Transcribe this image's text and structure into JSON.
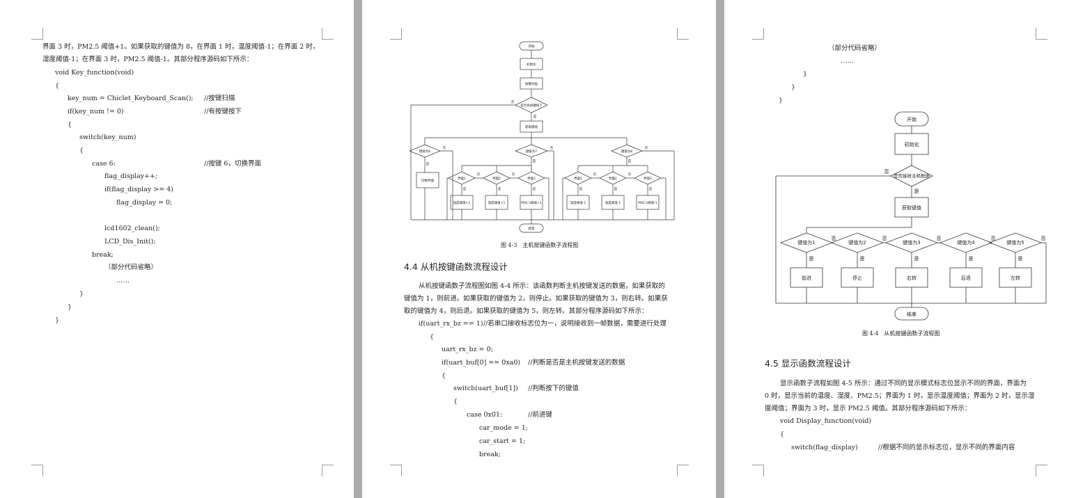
{
  "page1": {
    "lines": [
      "界面 3 时，PM2.5 阈值+1。如果获取的键值为 8，在界面 1 时，温度阈值-1；在界面 2 时，",
      "湿度阈值-1；在界面 3 时，PM2.5 阈值-1。其部分程序源码如下所示：",
      "void Key_function(void)",
      "{",
      "key_num = Chiclet_Keyboard_Scan();",
      "if(key_num != 0)",
      "{",
      "switch(key_num)",
      "{",
      "case 6:",
      "flag_display++;",
      "if(flag_display >= 4)",
      "flag_display = 0;",
      "lcd1602_clean();",
      "LCD_Dis_Init();",
      "break;",
      "（部分代码省略）",
      "……",
      "}",
      "}",
      "}"
    ],
    "comments": [
      "//按键扫描",
      "//有按键按下",
      "//按键 6，切换界面"
    ]
  },
  "page2": {
    "flow": {
      "start": "开始",
      "init": "初始化",
      "scan": "按键扫描",
      "pressed": "是否有按键按下",
      "get": "获取键值",
      "k6": "键值为6",
      "k7": "键值为7",
      "k8": "键值为8",
      "switch": "切换界面",
      "s1": "界面1",
      "s2": "界面2",
      "s3": "界面3",
      "i1": "温度阈值+1",
      "i2": "湿度阈值+1",
      "i3": "PM2.5阈值+1",
      "d1": "温度阈值-1",
      "d2": "湿度阈值-1",
      "d3": "PM2.5阈值-1",
      "yes": "是",
      "no": "否",
      "end": "结束"
    },
    "caption": "图 4-3　主机按键函数子流程图",
    "heading": "4.4  从机按键函数流程设计",
    "para": [
      "从机按键函数子流程图如图 4-4 所示：该函数判断主机按键发送的数据，如果获取的",
      "键值为 1，则前进。如果获取的键值为 2，则停止。如果获取的键值为 3，则右转。如果获",
      "取的键值为 4，则后退。如果获取的键值为 5，则左转。其部分程序源码如下所示："
    ],
    "code": [
      "if(uart_rx_bz == 1)",
      "{",
      "uart_rx_bz = 0;",
      "if(uart_buf[0] == 0xa0)",
      "{",
      "switch(uart_buf[1])",
      "{",
      "case 0x01:",
      "car_mode = 1;",
      "car_start = 1;",
      "break;"
    ],
    "comments": [
      "//若串口接收标志位为一，说明接收到一帧数据，需要进行处理",
      "//判断是否是主机按键发送的数据",
      "//判断按下的键值",
      "//前进键"
    ]
  },
  "page3": {
    "top": [
      "（部分代码省略）",
      "……",
      "}",
      "}",
      "}"
    ],
    "flow": {
      "start": "开始",
      "init": "初始化",
      "recv": "是否接收主机数据",
      "get": "获取键值",
      "k1": "键值为1",
      "k2": "键值为2",
      "k3": "键值为3",
      "k4": "键值为4",
      "k5": "键值为5",
      "a1": "前进",
      "a2": "停止",
      "a3": "右转",
      "a4": "后退",
      "a5": "左转",
      "yes": "是",
      "no": "否",
      "end": "结束"
    },
    "caption": "图 4-4　从机按键函数子流程图",
    "heading": "4.5  显示函数流程设计",
    "para": [
      "显示函数子流程如图 4-5 所示：通过不同的显示模式标志位显示不同的界面，界面为",
      "0 时，显示当前的温度、湿度、PM2.5；界面为 1 时，显示温度阈值；界面为 2 时，显示湿",
      "度阈值；界面为 3 时，显示 PM2.5 阈值。其部分程序源码如下所示："
    ],
    "code": [
      "void Display_function(void)",
      "{",
      "switch(flag_display)"
    ],
    "comment": "//根据不同的显示标志位，显示不同的界面内容"
  }
}
